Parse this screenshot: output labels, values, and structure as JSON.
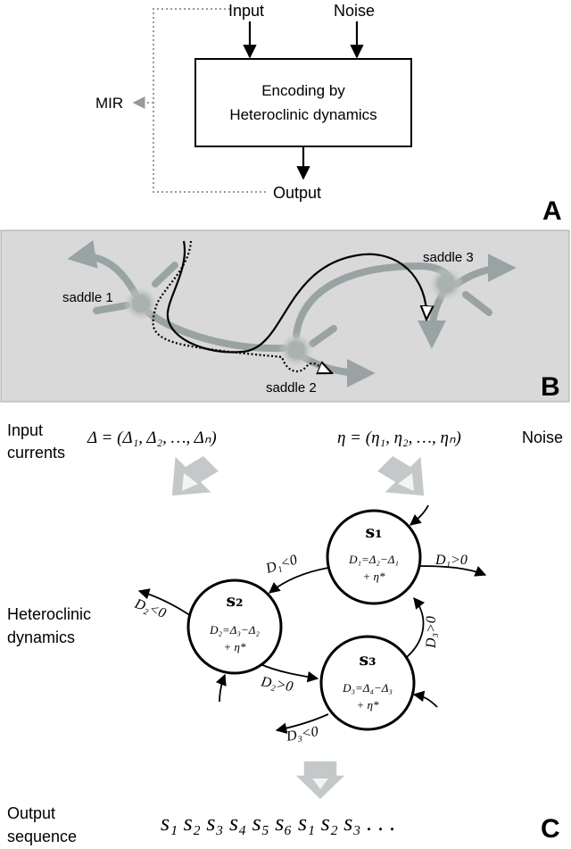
{
  "panel_a": {
    "input_label": "Input",
    "noise_label": "Noise",
    "box_line1": "Encoding by",
    "box_line2": "Heteroclinic dynamics",
    "mir_label": "MIR",
    "output_label": "Output",
    "panel_letter": "A"
  },
  "panel_b": {
    "saddle1": "saddle 1",
    "saddle2": "saddle 2",
    "saddle3": "saddle 3",
    "panel_letter": "B"
  },
  "panel_c": {
    "input_line1": "Input",
    "input_line2": "currents",
    "delta_eq": "Δ = (Δ₁, Δ₂, …, Δₙ)",
    "eta_eq": "η = (η₁, η₂, …, ηₙ)",
    "noise_label": "Noise",
    "hetero_line1": "Heteroclinic",
    "hetero_line2": "dynamics",
    "output_line1": "Output",
    "output_line2": "sequence",
    "sequence": "s₁ s₂ s₃ s₄ s₅ s₆ s₁ s₂ s₃ . . .",
    "panel_letter": "C",
    "states": [
      {
        "name": "s₁",
        "eq1": "D₁=Δ₂−Δ₁",
        "eq2": "+ η*"
      },
      {
        "name": "s₂",
        "eq1": "D₂=Δ₃−Δ₂",
        "eq2": "+ η*"
      },
      {
        "name": "s₃",
        "eq1": "D₃=Δ₄−Δ₃",
        "eq2": "+ η*"
      }
    ],
    "transitions": {
      "d1_neg": "D₁<0",
      "d1_pos": "D₁>0",
      "d2_neg": "D₂<0",
      "d2_pos": "D₂>0",
      "d3_neg": "D₃<0",
      "d3_pos": "D₃>0"
    }
  }
}
